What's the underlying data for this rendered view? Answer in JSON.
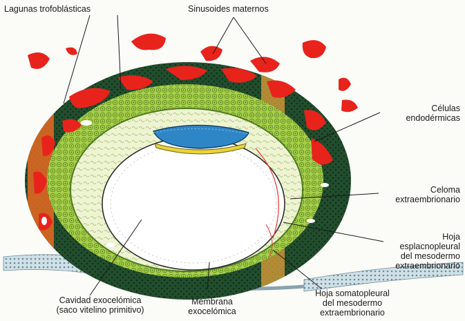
{
  "labels": {
    "lagunas": "Lagunas trofoblásticas",
    "sinusoides": "Sinusoides maternos",
    "celulas": [
      "Células",
      "endodérmicas"
    ],
    "celoma": [
      "Celoma",
      "extraembrionario"
    ],
    "esplacno": [
      "Hoja",
      "esplacnopleural",
      "del mesodermo",
      "extraembrionario"
    ],
    "somato": [
      "Hoja somatopleural",
      "del mesodermo",
      "extraembrionario"
    ],
    "cavidad": [
      "Cavidad exocelómica",
      "(saco vitelino primitivo)"
    ],
    "membrana": [
      "Membrana",
      "exocelómica"
    ]
  },
  "colors": {
    "maternal_blood": "#e8231c",
    "syncytio_dark": "#1f4a2a",
    "cytotroph_green": "#a7cf4a",
    "mesoderm_light": "#d9e7a8",
    "epiblast_blue": "#2f86c6",
    "hypoblast_yellow": "#e9d43a",
    "orange_band": "#f39a2a",
    "cavity_white": "#ffffff",
    "background": "#fbfbf8"
  }
}
